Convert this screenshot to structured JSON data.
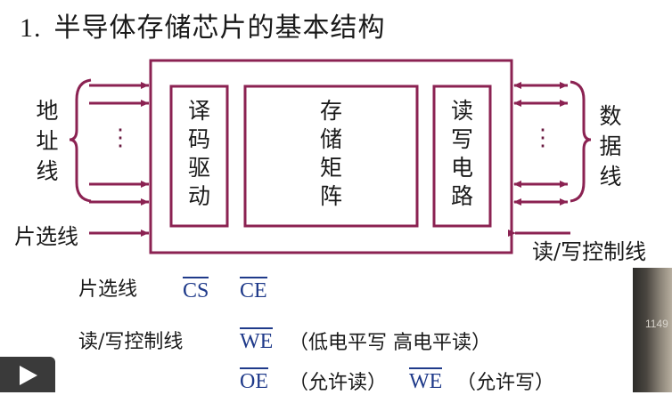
{
  "title": {
    "number": "1.",
    "text": "半导体存储芯片的基本结构"
  },
  "diagram": {
    "address_lines_label": [
      "地",
      "址",
      "线"
    ],
    "data_lines_label": [
      "数",
      "据",
      "线"
    ],
    "decoder": [
      "译",
      "码",
      "驱",
      "动"
    ],
    "storage_matrix": [
      "存",
      "储",
      "矩",
      "阵"
    ],
    "read_write_circuit": [
      "读",
      "写",
      "电",
      "路"
    ],
    "chip_select_line": "片选线",
    "rw_control_line": "读/写控制线",
    "ellipsis": "⋮"
  },
  "legend": {
    "chip_select": {
      "label": "片选线",
      "signals": [
        "CS",
        "CE"
      ]
    },
    "rw_control": {
      "label": "读/写控制线",
      "row1": {
        "signal": "WE",
        "note": "（低电平写  高电平读）"
      },
      "row2": [
        {
          "signal": "OE",
          "note": "（允许读）"
        },
        {
          "signal": "WE",
          "note": "（允许写）"
        }
      ]
    }
  },
  "video_overlay_text": "1149",
  "colors": {
    "line": "#8b2252",
    "box": "#3a3a3a",
    "signal": "#1f3a8a"
  }
}
